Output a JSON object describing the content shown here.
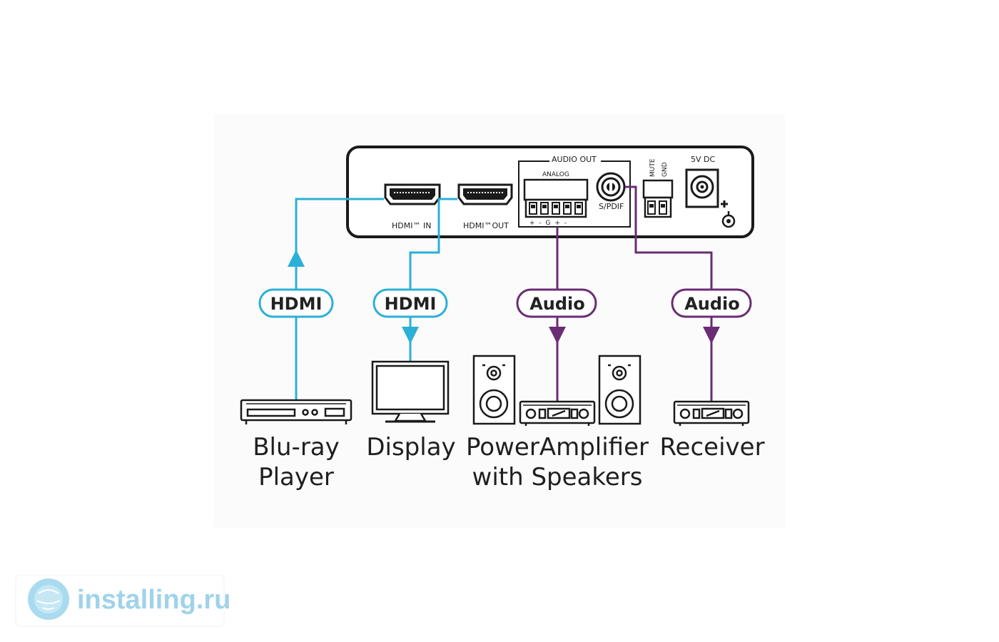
{
  "panel": {
    "audio_out": "AUDIO OUT",
    "analog": "ANALOG",
    "spdif": "S/PDIF",
    "mute": "MUTE",
    "gnd": "GND",
    "dc": "5V DC",
    "hdmi_in": "HDMI™ IN",
    "hdmi_out": "HDMI™OUT",
    "analog_pins": "+ - G + -"
  },
  "connections": [
    {
      "label": "HDMI",
      "direction": "up"
    },
    {
      "label": "HDMI",
      "direction": "down"
    },
    {
      "label": "Audio",
      "direction": "down"
    },
    {
      "label": "Audio",
      "direction": "down"
    }
  ],
  "devices": [
    {
      "line1": "Blu-ray",
      "line2": "Player",
      "icon": "blu-ray-player-icon"
    },
    {
      "line1": "Display",
      "line2": "",
      "icon": "display-monitor-icon"
    },
    {
      "line1": "PowerAmplifier",
      "line2": "with Speakers",
      "icon": "amplifier-speakers-icon"
    },
    {
      "line1": "Receiver",
      "line2": "",
      "icon": "receiver-icon"
    }
  ],
  "colors": {
    "hdmi": "#2bb0d6",
    "audio": "#6b2c74",
    "outline": "#1a1a1a",
    "watermark": "#9fd3ea"
  },
  "watermark": {
    "text": "installing.ru",
    "icon": "globe-logo-icon"
  }
}
